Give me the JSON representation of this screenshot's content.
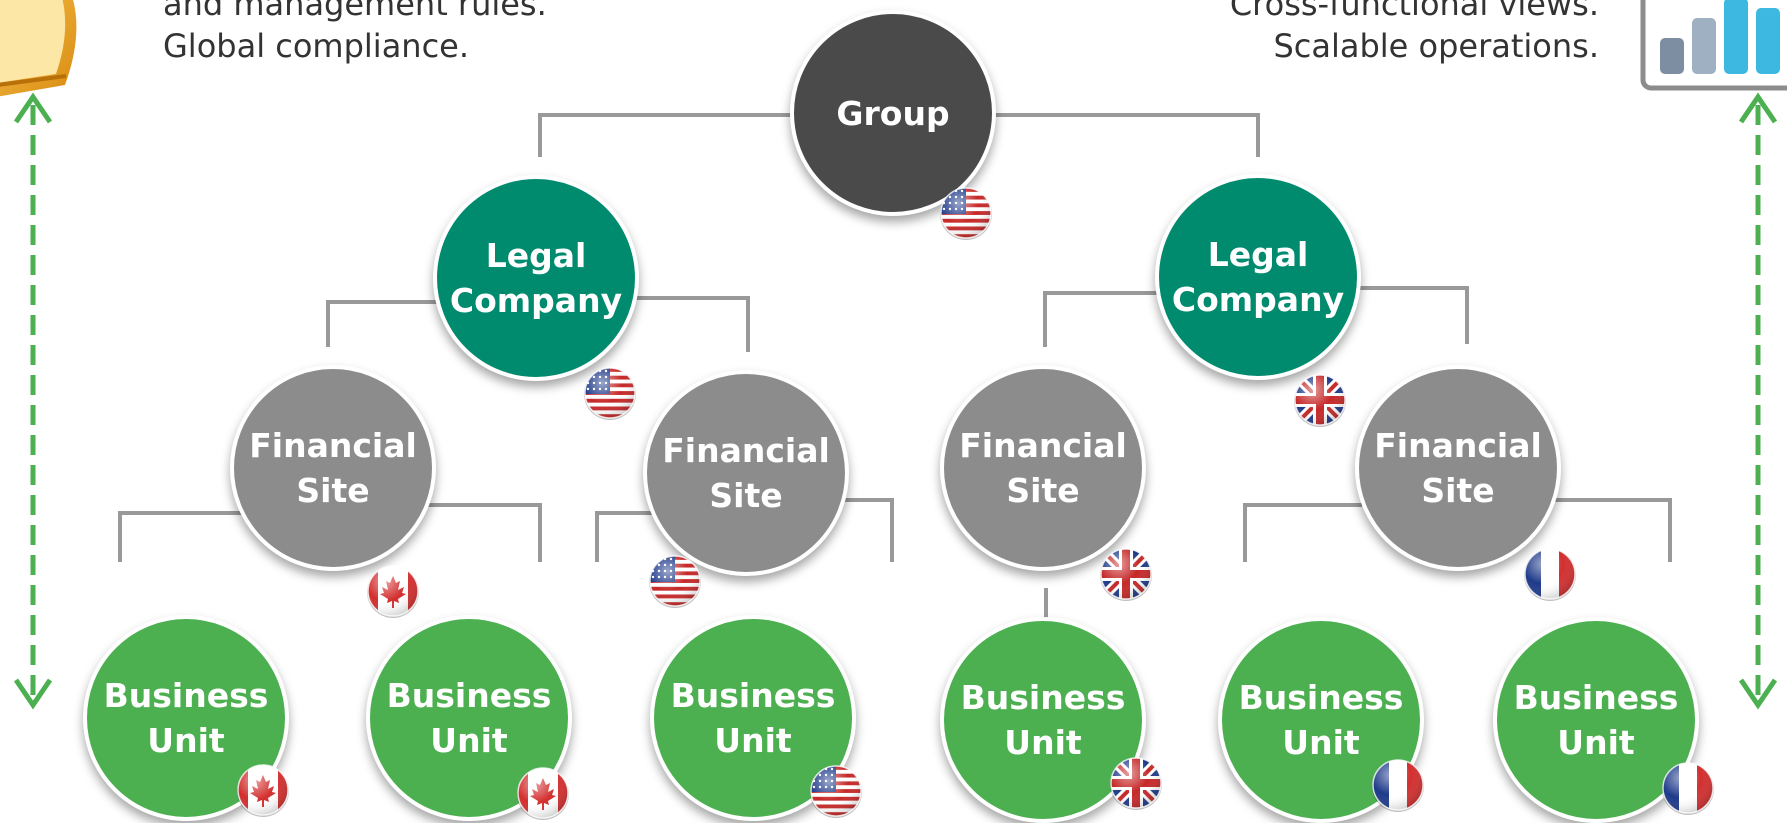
{
  "captions": {
    "left": [
      "and management rules.",
      "Global compliance."
    ],
    "right": [
      "Cross-functional views.",
      "Scalable operations."
    ]
  },
  "nodes": {
    "group": {
      "label": [
        "Group"
      ],
      "flag": "us-flag"
    },
    "legal_us": {
      "label": [
        "Legal",
        "Company"
      ],
      "flag": "us-flag"
    },
    "legal_uk": {
      "label": [
        "Legal",
        "Company"
      ],
      "flag": "uk-flag"
    },
    "fin_1": {
      "label": [
        "Financial",
        "Site"
      ],
      "flag": "canada-flag"
    },
    "fin_2": {
      "label": [
        "Financial",
        "Site"
      ],
      "flag": "us-flag"
    },
    "fin_3": {
      "label": [
        "Financial",
        "Site"
      ],
      "flag": "uk-flag"
    },
    "fin_4": {
      "label": [
        "Financial",
        "Site"
      ],
      "flag": "france-flag"
    },
    "bu_1": {
      "label": [
        "Business",
        "Unit"
      ],
      "flag": "canada-flag"
    },
    "bu_2": {
      "label": [
        "Business",
        "Unit"
      ],
      "flag": "canada-flag"
    },
    "bu_3": {
      "label": [
        "Business",
        "Unit"
      ],
      "flag": "us-flag"
    },
    "bu_4": {
      "label": [
        "Business",
        "Unit"
      ],
      "flag": "uk-flag"
    },
    "bu_5": {
      "label": [
        "Business",
        "Unit"
      ],
      "flag": "france-flag"
    },
    "bu_6": {
      "label": [
        "Business",
        "Unit"
      ],
      "flag": "france-flag"
    }
  },
  "colors": {
    "group": "#4a4a4a",
    "legal": "#008a6e",
    "financial": "#8c8c8c",
    "business": "#4caf50",
    "connector": "#999999",
    "arrow": "#4caf50"
  },
  "icons": {
    "left_decoration": "notebook-icon",
    "right_decoration": "bar-chart-icon",
    "side_arrows": "dashed-double-arrow-icon"
  }
}
